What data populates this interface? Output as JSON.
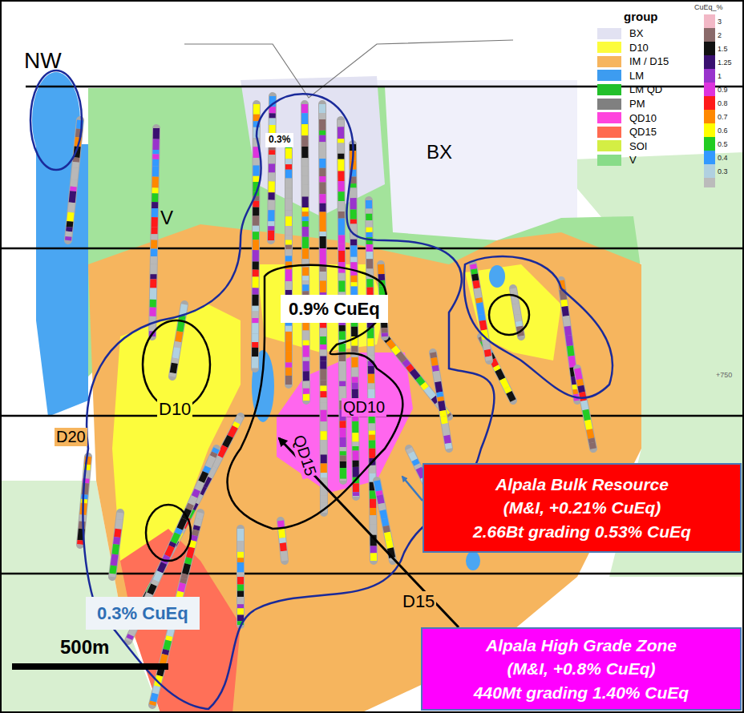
{
  "diagram": {
    "nodes": [
      {
        "text": [
          "0.3%"
        ]
      },
      {
        "text": [
          "0.9% CuEq"
        ]
      },
      {
        "text": [
          "Alpala Bulk Resource",
          "(M&I, +0.21% CuEq)",
          "2.66Bt grading 0.53% CuEq"
        ]
      },
      {
        "text": [
          "0.3% CuEq"
        ]
      },
      {
        "text": [
          "Alpala High Grade Zone",
          "(M&I, +0.8% CuEq)",
          "440Mt grading 1.40% CuEq"
        ]
      }
    ],
    "labels": [
      "NW",
      "group",
      "CuEq_%",
      "BX",
      "V",
      "D10",
      "QD10",
      "QD15",
      "D20",
      "D15",
      "500m",
      "+750"
    ],
    "legend": [
      {
        "text": "BX",
        "color": "#e2e2f2"
      },
      {
        "text": "D10",
        "color": "#fcfc3c"
      },
      {
        "text": "IM / D15",
        "color": "#f6b55e"
      },
      {
        "text": "LM",
        "color": "#3d9cf0"
      },
      {
        "text": "LM QD",
        "color": "#22c02a"
      },
      {
        "text": "PM",
        "color": "#808080"
      },
      {
        "text": "QD10",
        "color": "#ff44dd"
      },
      {
        "text": "QD15",
        "color": "#ff6a50"
      },
      {
        "text": "SOI",
        "color": "#d4ee44"
      },
      {
        "text": "V",
        "color": "#88dc88"
      },
      {
        "text": "3",
        "color": "#f2b8c6"
      },
      {
        "text": "2",
        "color": "#8a6a6a"
      },
      {
        "text": "1.5",
        "color": "#111111"
      },
      {
        "text": "1.25",
        "color": "#3a1070"
      },
      {
        "text": "1",
        "color": "#9933cc"
      },
      {
        "text": "0.9",
        "color": "#dd33dd"
      },
      {
        "text": "0.8",
        "color": "#ff1a1a"
      },
      {
        "text": "0.7",
        "color": "#ff8800"
      },
      {
        "text": "0.6",
        "color": "#ffff00"
      },
      {
        "text": "0.5",
        "color": "#22cc22"
      },
      {
        "text": "0.4",
        "color": "#3399ff"
      },
      {
        "text": "0.3",
        "color": "#b0d0e0"
      }
    ]
  }
}
